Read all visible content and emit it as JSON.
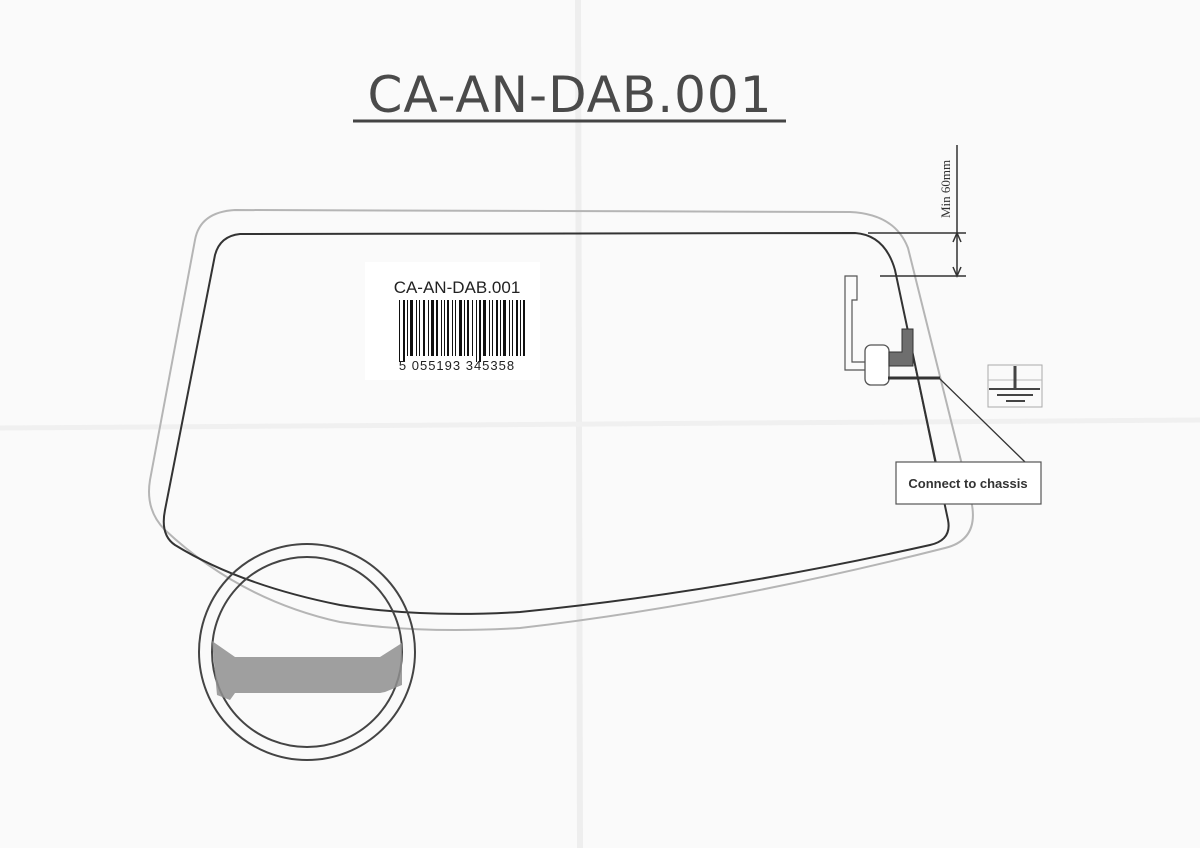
{
  "title": "CA-AN-DAB.001",
  "label": {
    "product_code": "CA-AN-DAB.001",
    "barcode_number": "5 055193 345358"
  },
  "dimension": {
    "text": "Min 60mm"
  },
  "callout": {
    "text": "Connect to chassis"
  },
  "colors": {
    "ink": "#333333",
    "glass_outline": "#b5b5b5",
    "fill_grey": "#8a8a8a"
  }
}
